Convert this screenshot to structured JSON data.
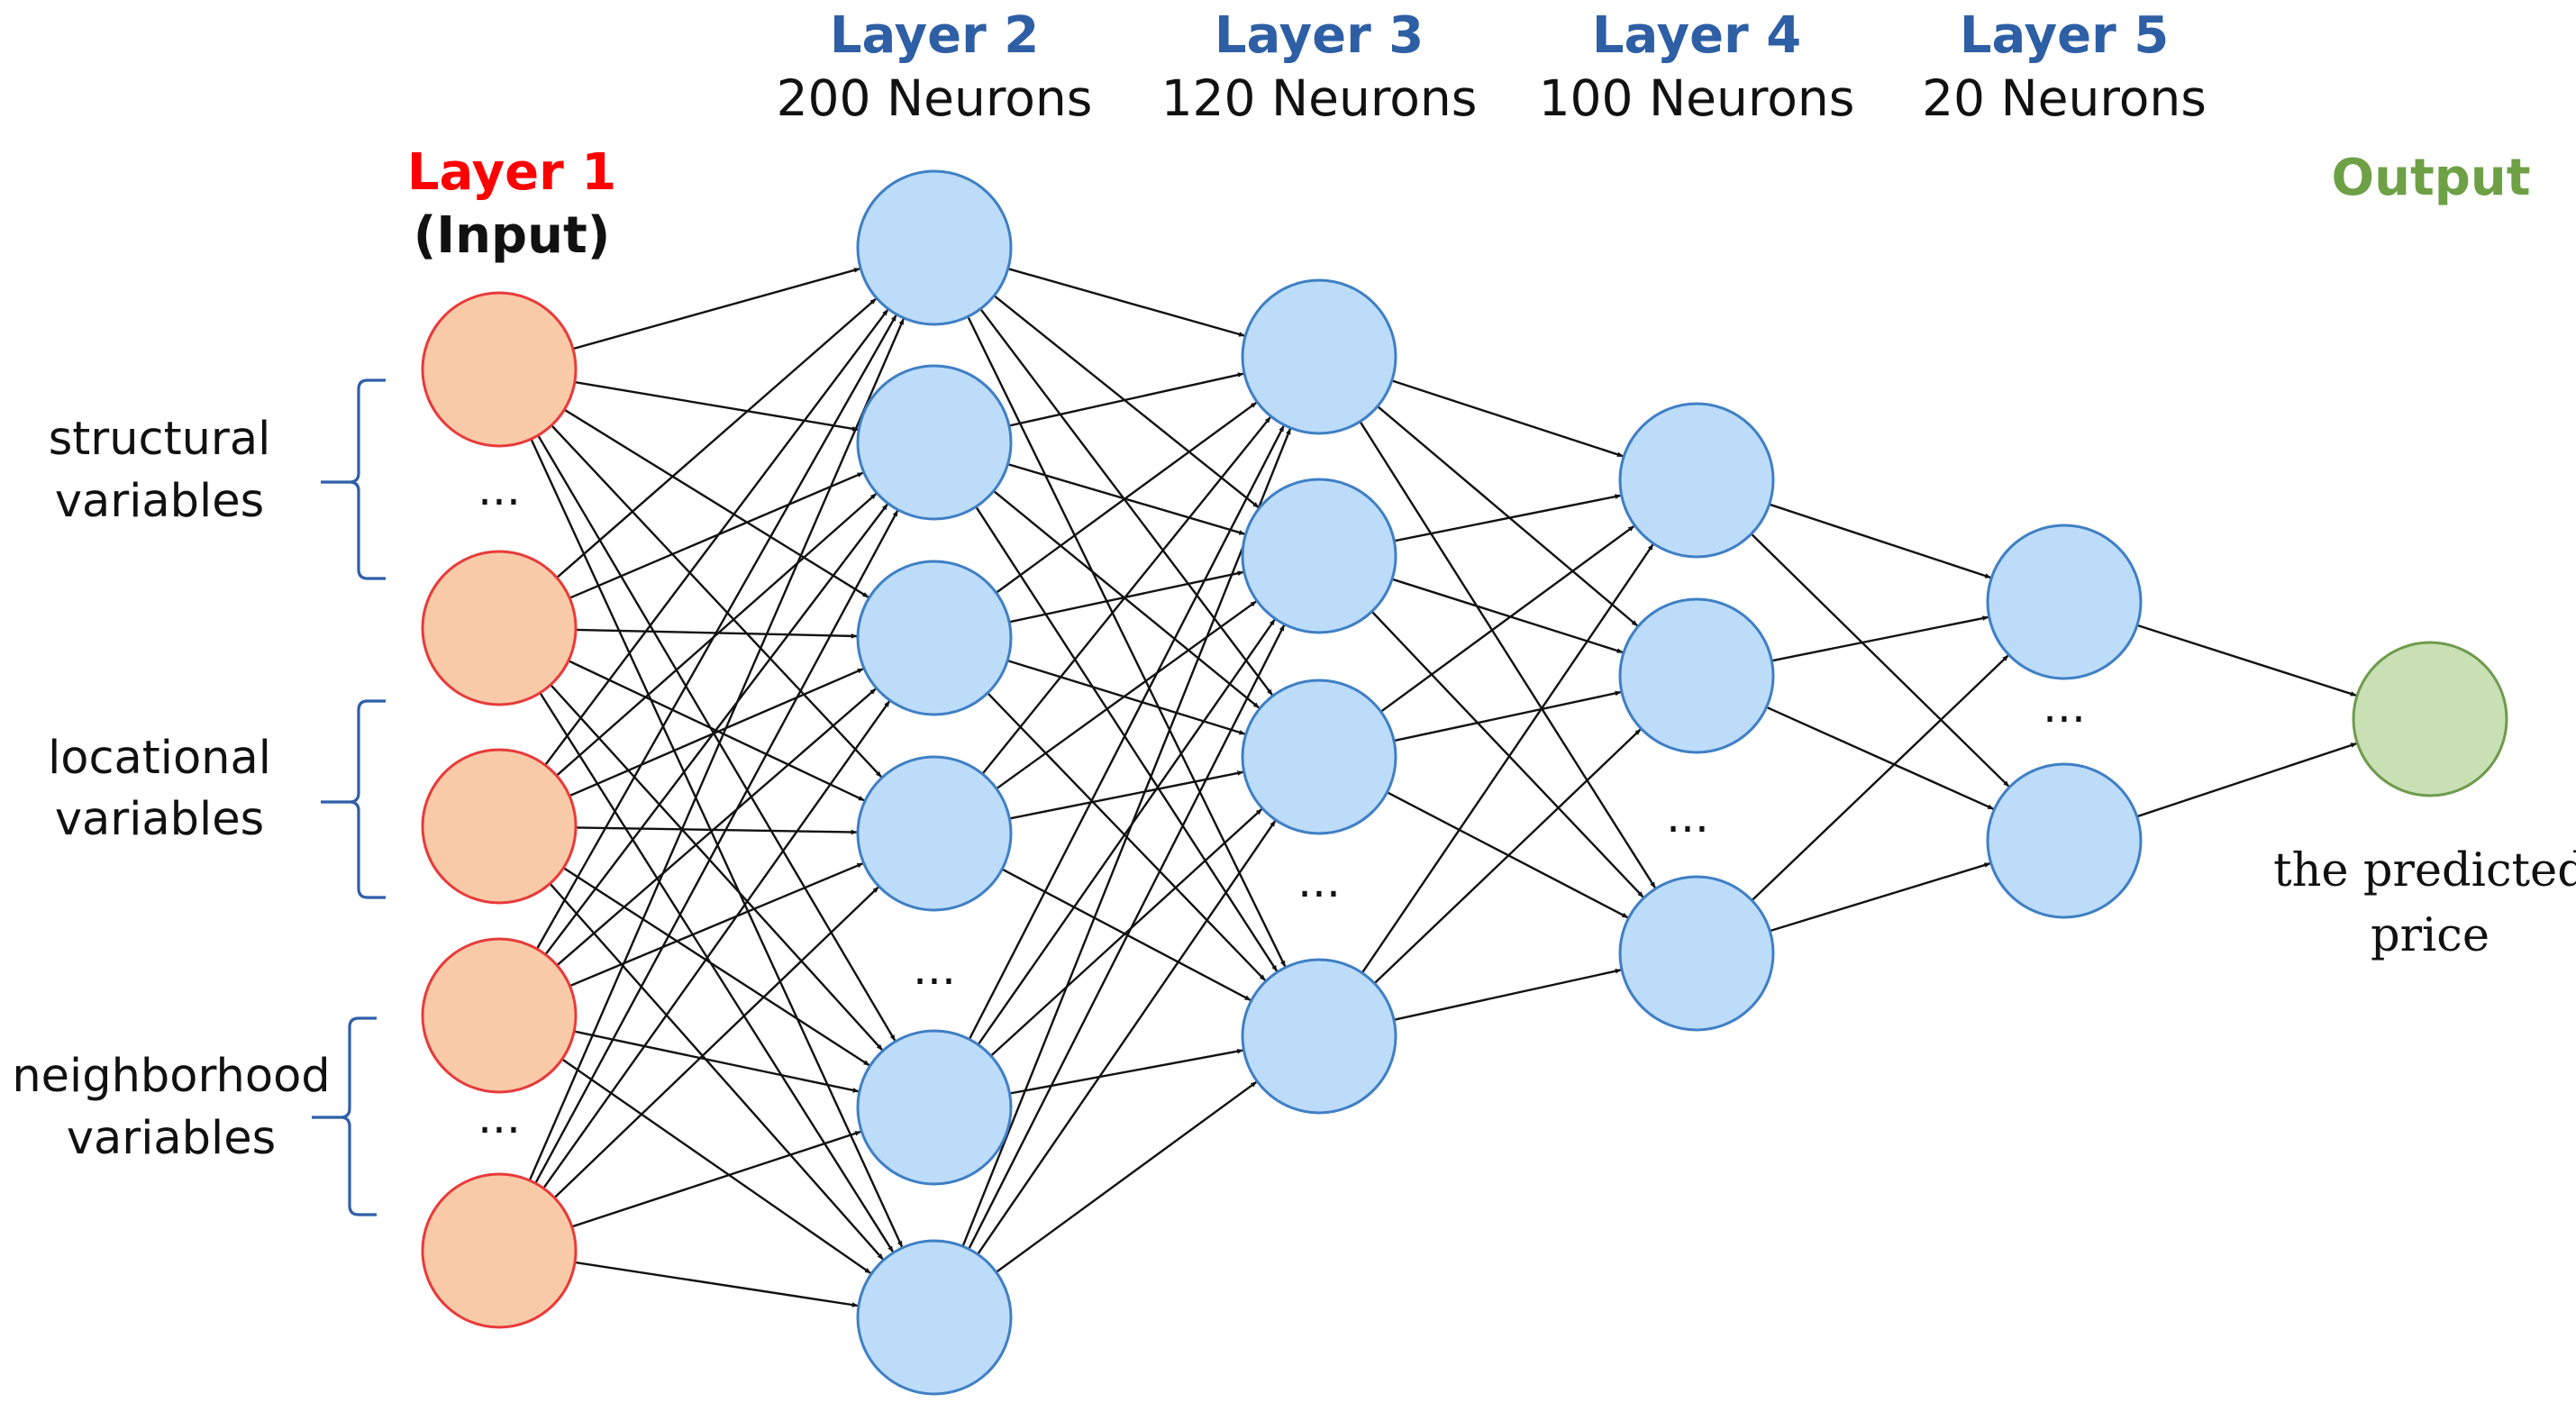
{
  "colors": {
    "input_fill": "#f8caa8",
    "input_stroke": "#e83a3a",
    "hidden_fill": "#bcdcfa",
    "hidden_stroke": "#3f7fc4",
    "output_fill": "#c8e0b4",
    "output_stroke": "#6f9a4c",
    "layer1_title": "#ff0000",
    "hidden_title": "#2e5fa5",
    "output_title": "#6ea046",
    "edge": "#111111",
    "brace": "#2f5fa8"
  },
  "layers": {
    "layer1": {
      "title": "Layer 1",
      "subtitle": "(Input)"
    },
    "layer2": {
      "title": "Layer 2",
      "neurons": "200 Neurons"
    },
    "layer3": {
      "title": "Layer 3",
      "neurons": "120 Neurons"
    },
    "layer4": {
      "title": "Layer 4",
      "neurons": "100 Neurons"
    },
    "layer5": {
      "title": "Layer 5",
      "neurons": "20 Neurons"
    },
    "output": {
      "title": "Output",
      "caption_line1": "the predicted",
      "caption_line2": "price"
    }
  },
  "groups": {
    "structural": {
      "line1": "structural",
      "line2": "variables"
    },
    "locational": {
      "line1": "locational",
      "line2": "variables"
    },
    "neighborhood": {
      "line1": "neighborhood",
      "line2": "variables"
    }
  },
  "ellipsis": "..."
}
